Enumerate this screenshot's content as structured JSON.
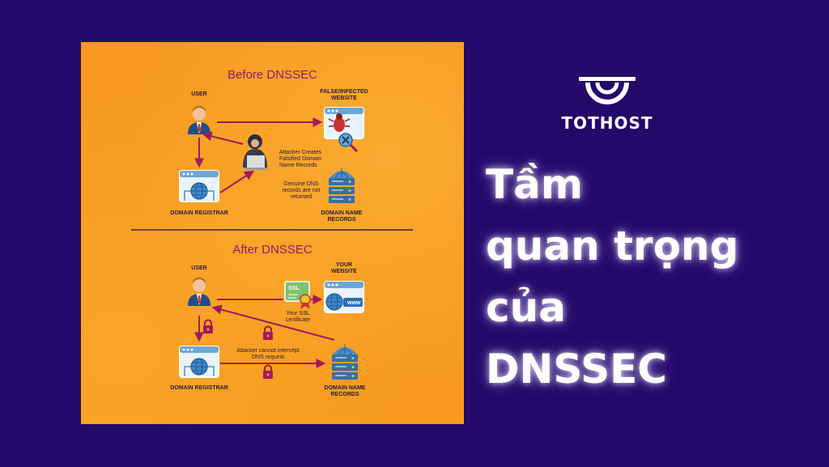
{
  "diagram": {
    "before": {
      "title": "Before DNSSEC",
      "user_label": "USER",
      "false_site_label": "FALSE/INFECTED WEBSITE",
      "attacker_label": "Attacker Creates Falsified Domain Name Records",
      "genuine_label": "Genuine DNS records are not returned",
      "registrar_label": "DOMAIN REGISTRAR",
      "dns_records_label": "DOMAIN NAME RECORDS"
    },
    "after": {
      "title": "After DNSSEC",
      "user_label": "USER",
      "your_site_label": "YOUR WEBSITE",
      "ssl_badge": "SSL",
      "ssl_label": "Your SSL certificate",
      "www_badge": "www",
      "attacker_label": "Attacker cannot intercept DNS request",
      "registrar_label": "DOMAIN REGISTRAR",
      "dns_records_label": "DOMAIN NAME RECORDS"
    }
  },
  "brand": {
    "name": "TOTHOST",
    "logo_icon": "tothost-logo-icon"
  },
  "headline": {
    "line1": "Tầm",
    "line2": "quan trọng",
    "line3": "của",
    "line4": "DNSSEC"
  },
  "colors": {
    "background": "#24086a",
    "panel": "#f79a1f",
    "arrow": "#a3195b",
    "title": "#8b1d72"
  }
}
